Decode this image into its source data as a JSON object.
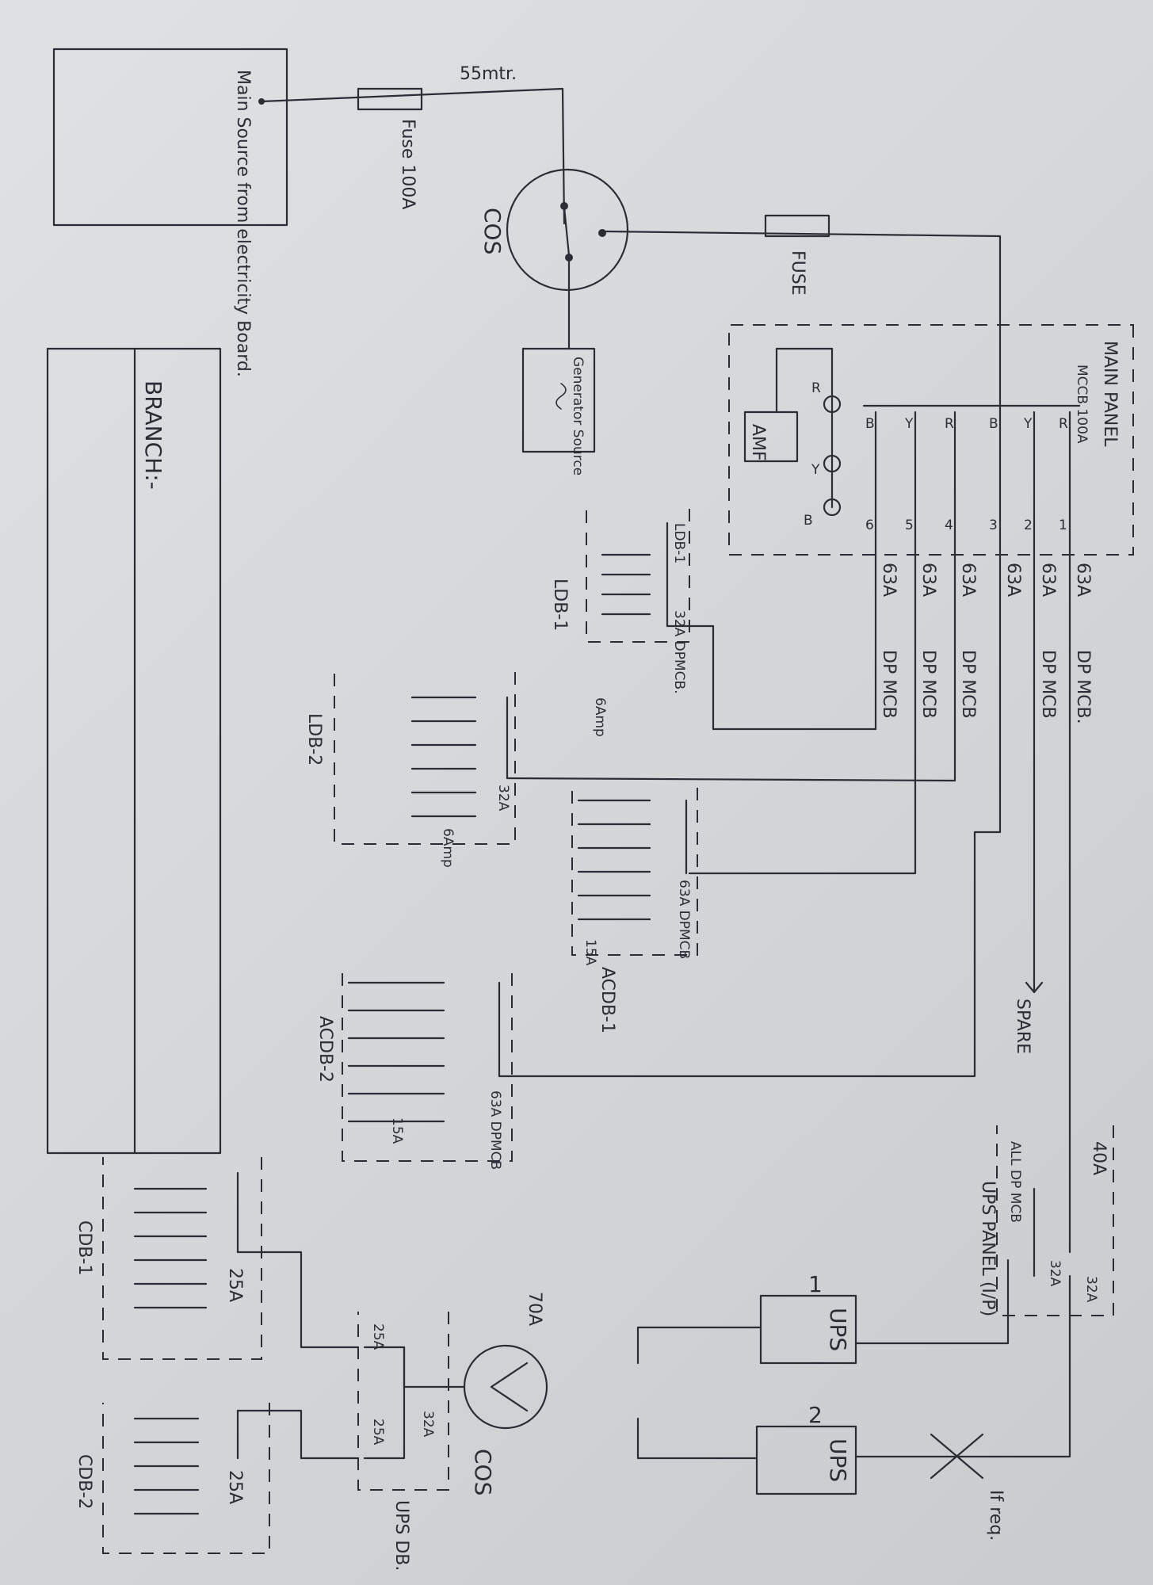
{
  "labels": {
    "main_source": "Main Source from electricity Board.",
    "length": "55mtr.",
    "fuse_100": "Fuse 100A",
    "cos_1": "COS",
    "fuse_2": "FUSE",
    "generator": "Generator Source",
    "branch": "BRANCH:-",
    "main_panel": "MAIN PANEL",
    "mccb": "MCCB 100A",
    "amf": "AMF",
    "phase_r": "R",
    "phase_y": "Y",
    "phase_b": "B",
    "lamp_r": "R",
    "lamp_y": "Y",
    "lamp_b": "B",
    "n1": "1",
    "n2": "2",
    "n3": "3",
    "n4": "4",
    "n5": "5",
    "n6": "6",
    "r63_1": "63A",
    "r63_2": "63A",
    "r63_3": "63A",
    "r63_4": "63A",
    "r63_5": "63A",
    "r63_6": "63A",
    "dp1": "DP MCB.",
    "dp2": "DP MCB",
    "dp3": "DP MCB",
    "dp4": "DP MCB",
    "dp5": "DP MCB",
    "spare": "SPARE",
    "ldb1_in": "LDB-1",
    "ldb1_rating": "32A DPMCB.",
    "ldb1_out": "6Amp",
    "ldb1_title": "LDB-1",
    "ldb2_in": "32A",
    "ldb2_out": "6Amp",
    "ldb2_title": "LDB-2",
    "acdb1_in": "63A DPMCB",
    "acdb1_out": "15A",
    "acdb1_title": "ACDB-1",
    "acdb2_in": "63A DPMCB",
    "acdb2_out": "15A",
    "acdb2_title": "ACDB-2",
    "ups_panel_in": "40A",
    "ups_panel_sub": "ALL DP MCB",
    "ups_panel_title": "UPS PANEL (I/P)",
    "r32a_1": "32A",
    "r32a_2": "32A",
    "ups1_num": "1",
    "ups1": "UPS",
    "ups2_num": "2",
    "ups2": "UPS",
    "if_req": "If req.",
    "r70a": "70A",
    "cos_2": "COS",
    "upsdb_in": "32A",
    "upsdb_r1": "25A",
    "upsdb_r2": "25A",
    "upsdb_title": "UPS DB.",
    "cdb1_in": "25A",
    "cdb1_title": "CDB-1",
    "cdb2_in": "25A",
    "cdb2_title": "CDB-2"
  }
}
